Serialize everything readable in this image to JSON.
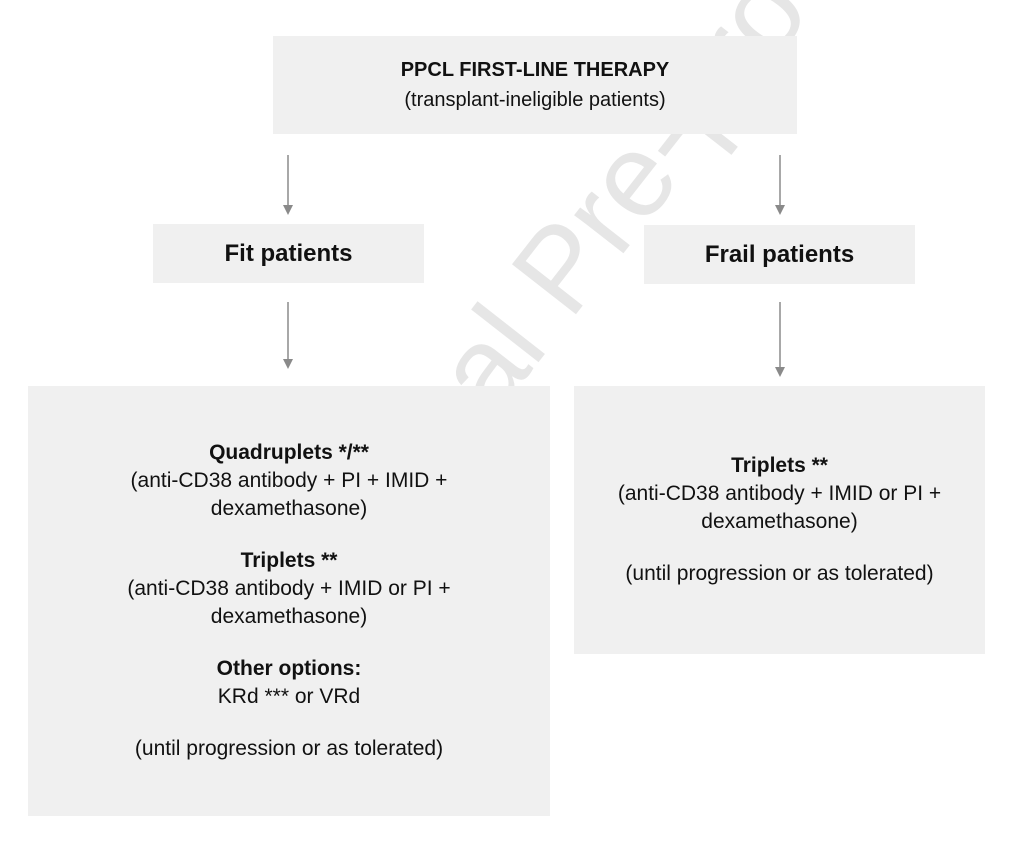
{
  "top": {
    "title": "PPCL FIRST-LINE THERAPY",
    "subtitle": "(transplant-ineligible patients)"
  },
  "fit": {
    "label": "Fit patients",
    "quad_title": "Quadruplets */**",
    "quad_line1": "(anti-CD38 antibody + PI + IMID +",
    "quad_line2": "dexamethasone)",
    "trip_title": "Triplets **",
    "trip_line1": "(anti-CD38 antibody + IMID or PI +",
    "trip_line2": "dexamethasone)",
    "other_title": "Other options:",
    "other_line": "KRd *** or VRd",
    "footer": "(until progression or as tolerated)"
  },
  "frail": {
    "label": "Frail patients",
    "trip_title": "Triplets **",
    "trip_line1": "(anti-CD38 antibody + IMID or PI +",
    "trip_line2": "dexamethasone)",
    "footer": "(until progression or as tolerated)"
  },
  "watermark": "Journal Pre-proof"
}
